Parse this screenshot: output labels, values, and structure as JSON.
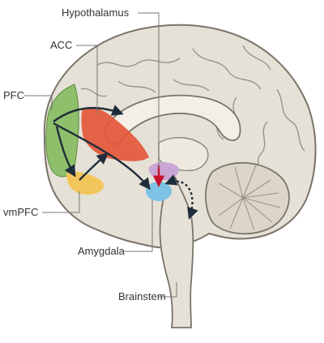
{
  "labels": {
    "hypothalamus": "Hypothalamus",
    "acc": "ACC",
    "pfc": "PFC",
    "vmpfc": "vmPFC",
    "amygdala": "Amygdala",
    "brainstem": "Brainstem"
  },
  "colors": {
    "brain_fill": "#e6e1d6",
    "brain_stroke": "#7a746a",
    "fold_stroke": "#9a9489",
    "pfc": "#8ebf6a",
    "acc": "#e4573a",
    "vmpfc": "#f2c65a",
    "hypothalamus": "#c9a6d3",
    "amygdala": "#7ec3e6",
    "arrow_dark": "#1f2d3a",
    "arrow_red": "#c8102e",
    "leader": "#777777"
  },
  "icons": {
    "arrow_head": "triangle"
  }
}
